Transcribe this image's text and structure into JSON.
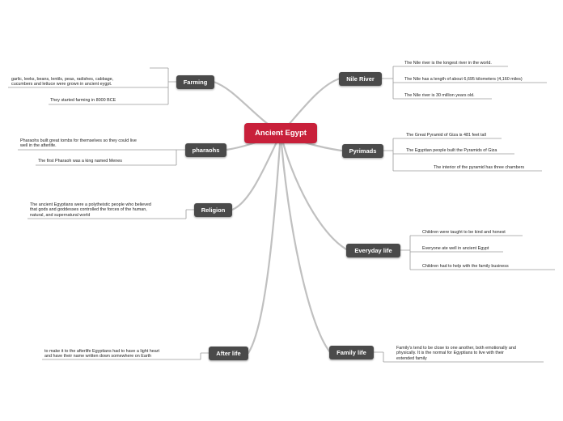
{
  "central": {
    "label": "Ancient Egypt"
  },
  "topics": {
    "farming": {
      "label": "Farming",
      "leaves": [
        "garlic, leeks, beans, lentils, peas, radishes, cabbage,\ncucumbers and lettuce were grown in ancient eygpt.",
        "They started farming in 8000 BCE"
      ]
    },
    "pharaohs": {
      "label": "pharaohs",
      "leaves": [
        "Pharaohs built great tombs for themselves so they could live\nwell in the afterlife.",
        "The first Pharaoh was a king named Menes"
      ]
    },
    "religion": {
      "label": "Religion",
      "leaves": [
        "The ancient Egyptians were a polytheistic people who believed\nthat gods and goddesses controlled the forces of the human,\nnatural, and supernatural world"
      ]
    },
    "after_life": {
      "label": "After life",
      "leaves": [
        "to make it to the afterlife Egyptians had to have a light heart\nand have their name written down somewhere on Earth"
      ]
    },
    "nile_river": {
      "label": "Nile River",
      "leaves": [
        "The Nile river is the longest river in the world.",
        "The Nile has a length of about 6,695 kilometers (4,160 miles)",
        "The Nile river is 30 million years old."
      ]
    },
    "pyrimads": {
      "label": "Pyrimads",
      "leaves": [
        "The Great Pyramid of Giza is 481 feet tall",
        "The Egyptian people built the Pyramids of Giza",
        "The interior of the pyramid has three chambers"
      ]
    },
    "everyday_life": {
      "label": "Everyday life",
      "leaves": [
        "Children were taught to be kind and honest",
        "Everyone ate well in ancient Egypt",
        "Children had to help with the family business"
      ]
    },
    "family_life": {
      "label": "Family life",
      "leaves": [
        "Family's tend to be close to one another, both emotionally and\nphysically. It is the normal for Egyptians to live with their\nextended family"
      ]
    }
  },
  "colors": {
    "central": "#c8203a",
    "topic": "#4a4a4a",
    "branch": "#bcbcbc",
    "connector": "#999999"
  }
}
